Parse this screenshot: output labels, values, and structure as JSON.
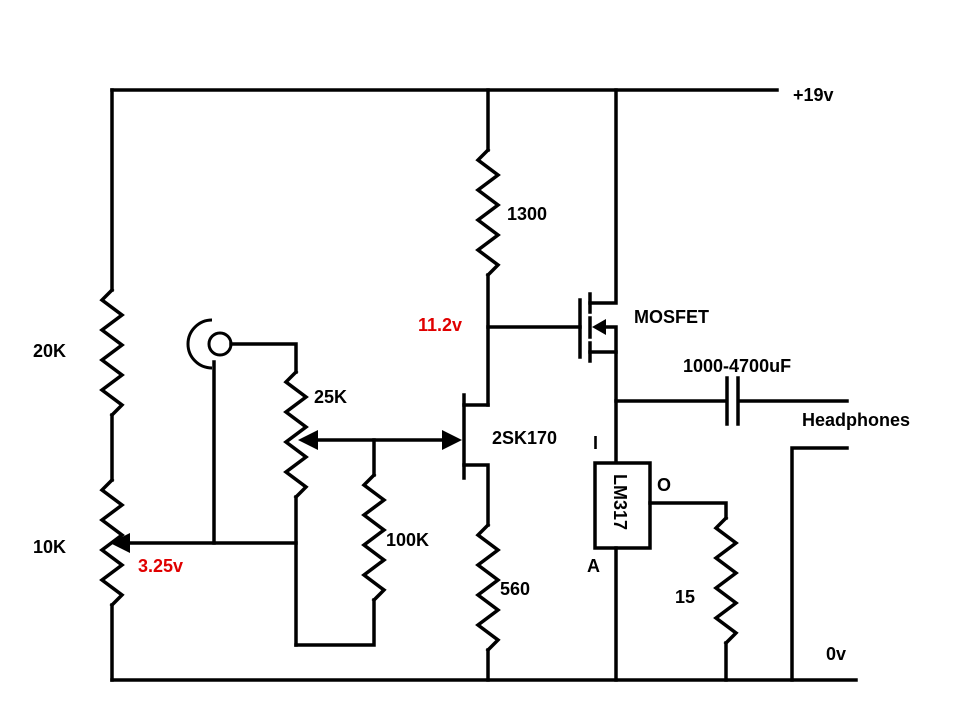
{
  "colors": {
    "wire": "#000000",
    "voltage_annotation": "#e00000"
  },
  "labels": {
    "supply_positive": "+19v",
    "ground": "0v",
    "r_top_divider": "20K",
    "pot_bias": "10K",
    "bias_voltage": "3.25v",
    "pot_volume": "25K",
    "r_gate": "100K",
    "r_drain": "1300",
    "drain_voltage": "11.2v",
    "jfet": "2SK170",
    "r_source": "560",
    "mosfet": "MOSFET",
    "capacitor": "1000-4700uF",
    "output": "Headphones",
    "regulator": "LM317",
    "pin_in": "I",
    "pin_out": "O",
    "pin_adj": "A",
    "r_current_set": "15"
  },
  "icons": {
    "input_jack": "audio-jack-icon"
  }
}
